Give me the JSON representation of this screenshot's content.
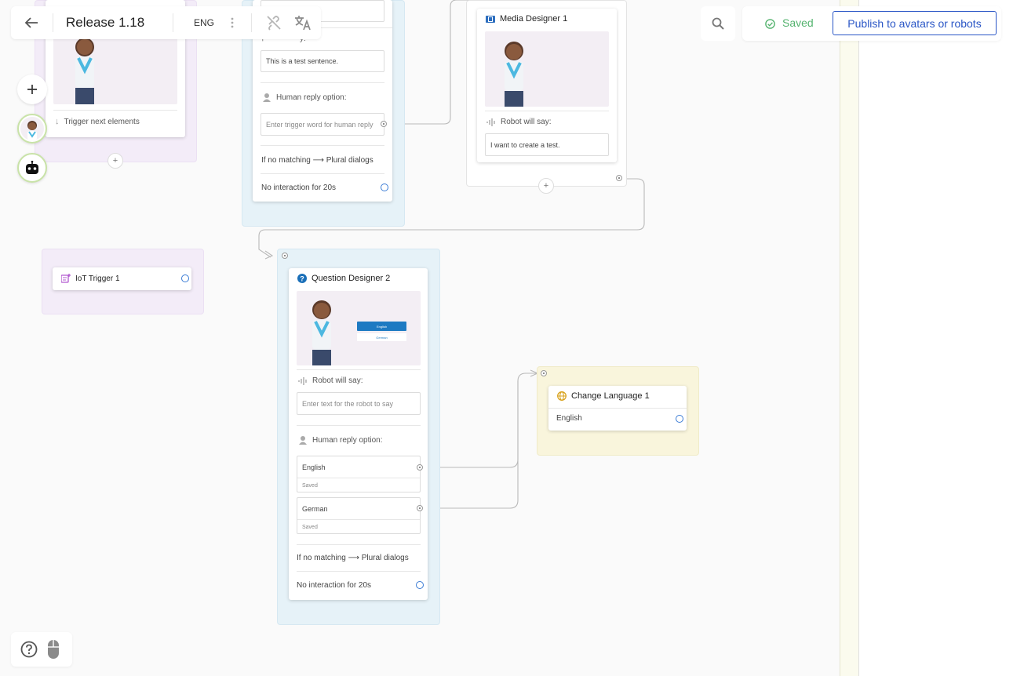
{
  "header": {
    "title": "Release 1.18",
    "language": "ENG",
    "status": "Saved",
    "publish_label": "Publish to avatars or robots"
  },
  "colors": {
    "accent": "#2a56c6",
    "saved_green": "#55b36f",
    "group_purple": "#f3ecf8",
    "group_blue": "#e6f2f8",
    "group_yellow": "#f9f5dc"
  },
  "nodes": {
    "top_left": {
      "trigger_label": "Trigger next elements"
    },
    "top_mid": {
      "robot_text": "This is a test sentence.",
      "human_reply_label": "Human reply option:",
      "human_reply_placeholder": "Enter trigger word for human reply",
      "no_match": "If no matching ⟶ Plural dialogs",
      "no_interaction": "No interaction for 20s"
    },
    "media_designer": {
      "title": "Media Designer 1",
      "robot_label": "Robot will say:",
      "robot_text": "I want to create a test."
    },
    "iot_trigger": {
      "title": "IoT Trigger 1"
    },
    "question_designer": {
      "title": "Question Designer 2",
      "preview_btn1": "English",
      "preview_btn2": "German",
      "robot_label": "Robot will say:",
      "robot_placeholder": "Enter text for the robot to say",
      "human_reply_label": "Human reply option:",
      "options": [
        {
          "label": "English",
          "status": "Saved"
        },
        {
          "label": "German",
          "status": "Saved"
        }
      ],
      "no_match": "If no matching ⟶ Plural dialogs",
      "no_interaction": "No interaction for 20s"
    },
    "change_language": {
      "title": "Change Language 1",
      "value": "English"
    }
  },
  "icons": {
    "back": "arrow-left-icon",
    "more": "more-vertical-icon",
    "link_off": "link-off-icon",
    "translate": "translate-icon",
    "search": "search-icon",
    "saved": "check-circle-icon",
    "add": "plus-icon",
    "help": "help-circle-icon",
    "mouse": "mouse-icon"
  }
}
